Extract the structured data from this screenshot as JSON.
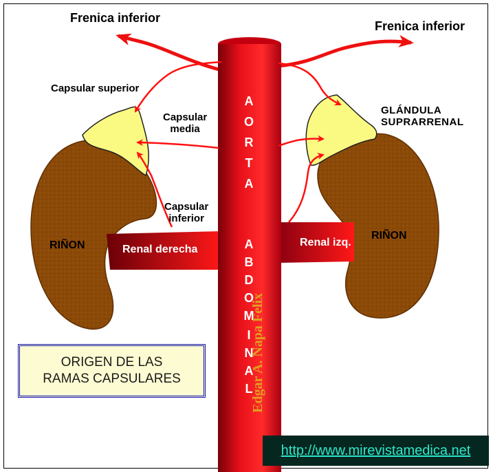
{
  "labels": {
    "frenica_left": "Frenica inferior",
    "frenica_right": "Frenica inferior",
    "capsular_superior": "Capsular superior",
    "capsular_media_line1": "Capsular",
    "capsular_media_line2": "media",
    "capsular_inferior_line1": "Capsular",
    "capsular_inferior_line2": "inferior",
    "glandula_line1": "GLÁNDULA",
    "glandula_line2": "SUPRARRENAL",
    "rinon_left": "RIÑON",
    "rinon_right": "RIÑON",
    "renal_derecha": "Renal derecha",
    "renal_izq": "Renal izq."
  },
  "aorta_letters": [
    "A",
    "O",
    "R",
    "T",
    "A",
    "",
    "A",
    "B",
    "D",
    "O",
    "M",
    "I",
    "N",
    "A",
    "L"
  ],
  "title_box": {
    "line1": "ORIGEN DE LAS",
    "line2": "RAMAS CAPSULARES"
  },
  "author": "Edgar A. Napa Felix",
  "url": "http://www.mirevistamedica.net",
  "colors": {
    "aorta": "#e8101a",
    "aorta_dark": "#9a0010",
    "kidney": "#8c4a08",
    "adrenal": "#fafa82",
    "arrow": "#ff1010",
    "title_border": "#1515b0",
    "url_bg": "#062620",
    "url_text": "#2ee8c8"
  }
}
